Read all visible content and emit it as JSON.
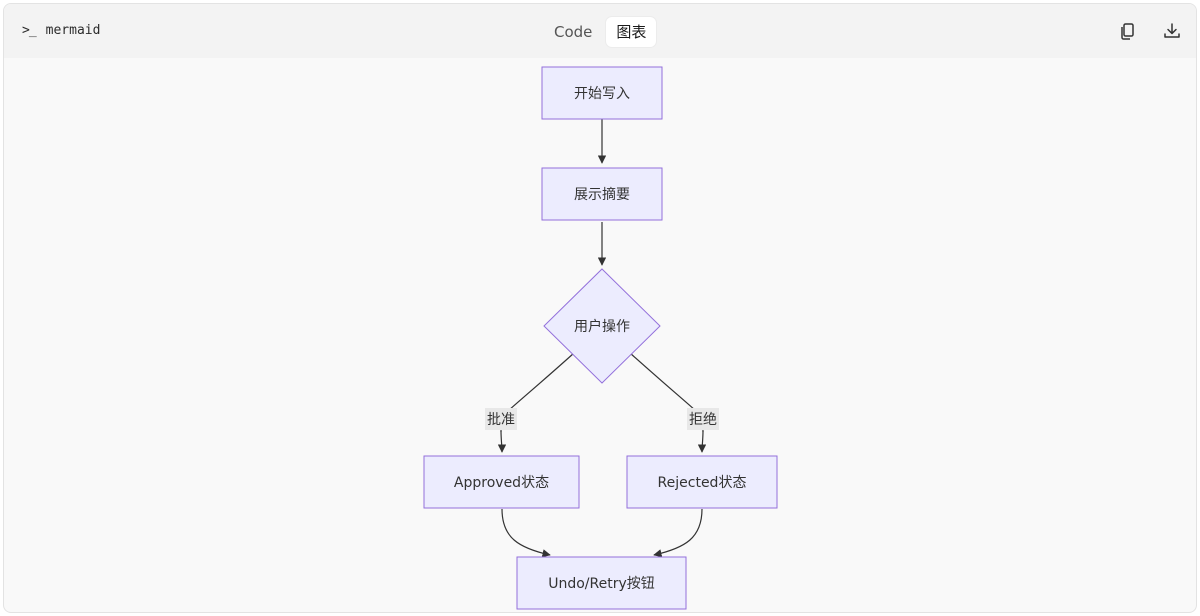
{
  "header": {
    "lang_prompt_icon": "terminal-prompt-icon",
    "lang_label": "mermaid",
    "tabs": [
      {
        "label": "Code",
        "active": false
      },
      {
        "label": "图表",
        "active": true
      }
    ],
    "actions": [
      {
        "icon": "copy-icon"
      },
      {
        "icon": "download-icon"
      }
    ]
  },
  "diagram": {
    "colors": {
      "node_fill": "#ececfe",
      "node_stroke": "#9370db",
      "edge": "#333333",
      "label_bg": "#e8e8e8"
    },
    "nodes": [
      {
        "id": "start",
        "shape": "rect",
        "label": "开始写入"
      },
      {
        "id": "summary",
        "shape": "rect",
        "label": "展示摘要"
      },
      {
        "id": "action",
        "shape": "diamond",
        "label": "用户操作"
      },
      {
        "id": "approved",
        "shape": "rect",
        "label": "Approved状态"
      },
      {
        "id": "rejected",
        "shape": "rect",
        "label": "Rejected状态"
      },
      {
        "id": "undo",
        "shape": "rect",
        "label": "Undo/Retry按钮"
      }
    ],
    "edges": [
      {
        "from": "start",
        "to": "summary",
        "label": ""
      },
      {
        "from": "summary",
        "to": "action",
        "label": ""
      },
      {
        "from": "action",
        "to": "approved",
        "label": "批准"
      },
      {
        "from": "action",
        "to": "rejected",
        "label": "拒绝"
      },
      {
        "from": "approved",
        "to": "undo",
        "label": ""
      },
      {
        "from": "rejected",
        "to": "undo",
        "label": ""
      }
    ]
  }
}
